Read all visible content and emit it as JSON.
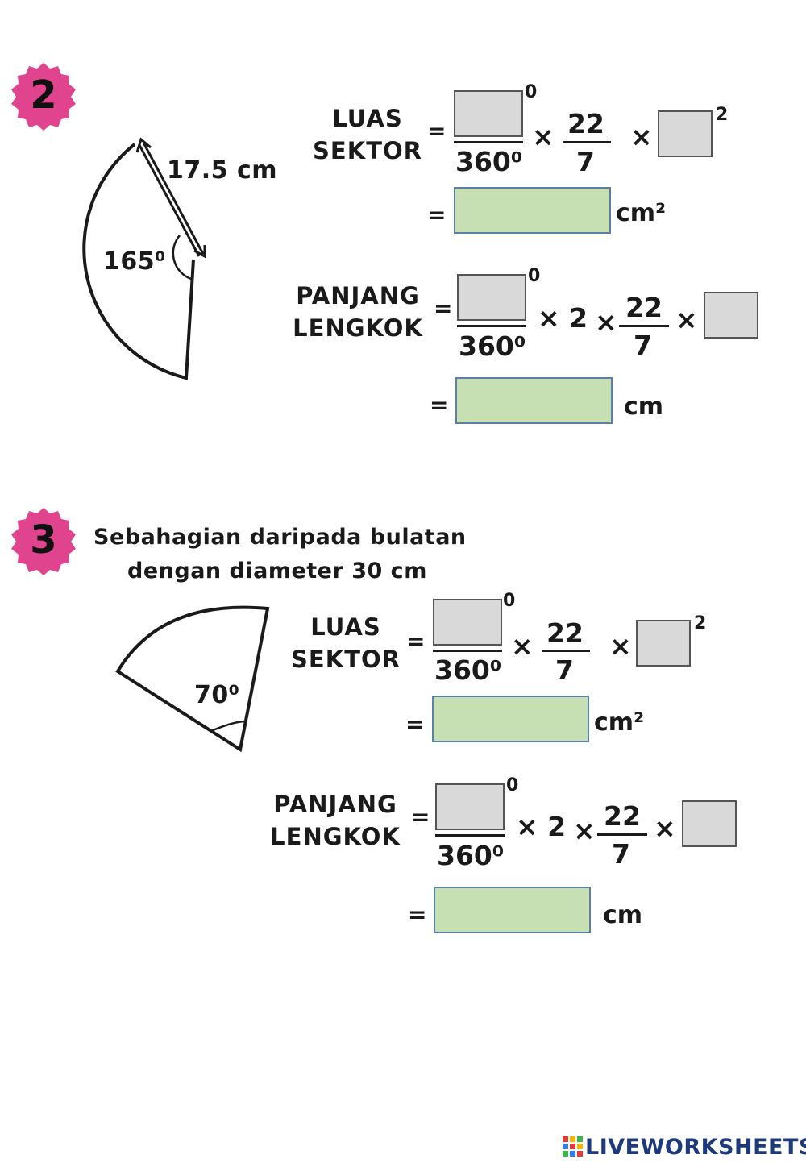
{
  "q2": {
    "badge": "2",
    "radius_label": "17.5 cm",
    "angle_label": "165⁰",
    "area": {
      "label_line1": "LUAS",
      "label_line2": "SEKTOR",
      "equals": "=",
      "denominator": "360⁰",
      "degree_mark": "0",
      "times": "×",
      "frac_num": "22",
      "frac_den": "7",
      "square": "2",
      "result_equals": "=",
      "unit": "cm²"
    },
    "arc": {
      "label_line1": "PANJANG",
      "label_line2": "LENGKOK",
      "equals": "=",
      "denominator": "360⁰",
      "degree_mark": "0",
      "times_two": "× 2",
      "times": "×",
      "frac_num": "22",
      "frac_den": "7",
      "result_equals": "=",
      "unit": "cm"
    }
  },
  "q3": {
    "badge": "3",
    "prompt_line1": "Sebahagian daripada bulatan",
    "prompt_line2": "dengan diameter 30 cm",
    "angle_label": "70⁰",
    "area": {
      "label_line1": "LUAS",
      "label_line2": "SEKTOR",
      "equals": "=",
      "denominator": "360⁰",
      "degree_mark": "0",
      "times": "×",
      "frac_num": "22",
      "frac_den": "7",
      "square": "2",
      "result_equals": "=",
      "unit": "cm²"
    },
    "arc": {
      "label_line1": "PANJANG",
      "label_line2": "LENGKOK",
      "equals": "=",
      "denominator": "360⁰",
      "degree_mark": "0",
      "times_two": "× 2",
      "times": "×",
      "frac_num": "22",
      "frac_den": "7",
      "result_equals": "=",
      "unit": "cm"
    }
  },
  "footer": {
    "brand": "LIVEWORKSHEETS"
  },
  "colors": {
    "badge": "#e0448f",
    "input_box": "#d9d9d9",
    "answer_box": "#c6e0b4",
    "answer_border": "#5b7fa6",
    "brand": "#1e3a7a"
  }
}
